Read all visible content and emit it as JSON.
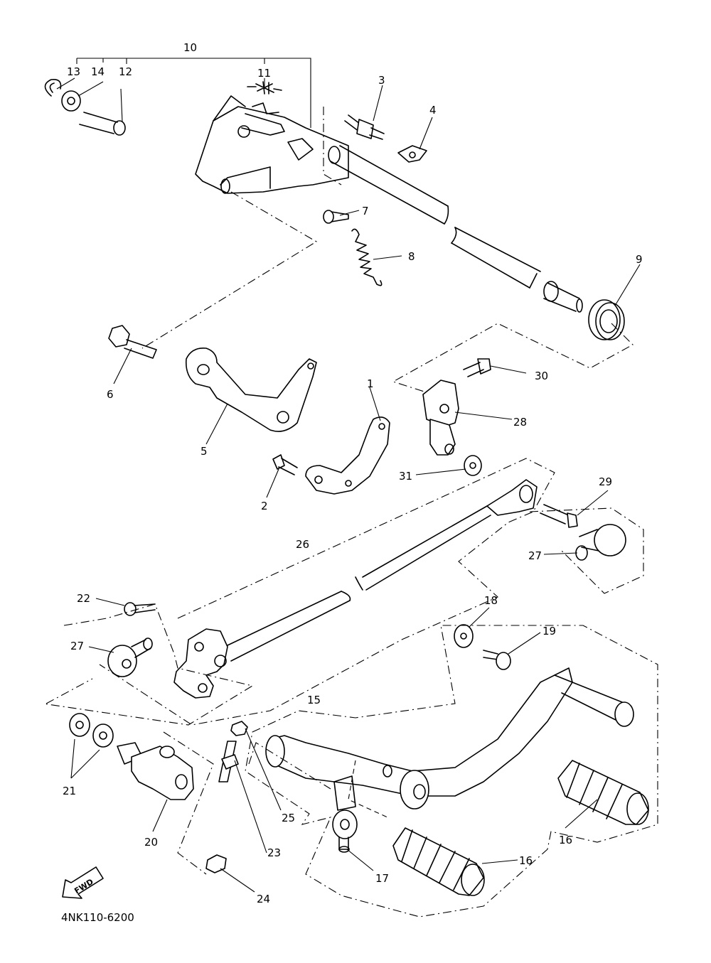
{
  "diagram": {
    "callouts": [
      "1",
      "2",
      "3",
      "4",
      "5",
      "6",
      "7",
      "8",
      "9",
      "10",
      "11",
      "12",
      "13",
      "14",
      "15",
      "16",
      "16",
      "17",
      "18",
      "19",
      "20",
      "21",
      "22",
      "23",
      "24",
      "25",
      "26",
      "27",
      "27",
      "28",
      "29",
      "30",
      "31"
    ],
    "fwd_label": "FWD",
    "drawing_code": "4NK110-6200"
  }
}
